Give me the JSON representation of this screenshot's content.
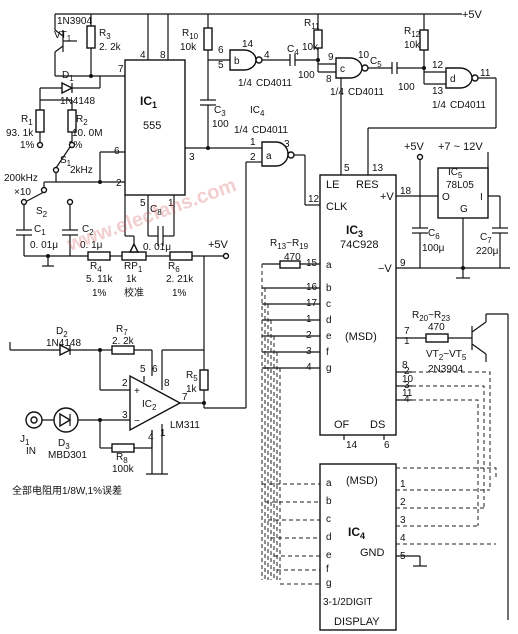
{
  "supply": {
    "vcc_top": "+5V",
    "vcc_mid": "+5V",
    "vin": "+7 ~ 12V",
    "plus5": "+5V"
  },
  "labels": {
    "ic1": "IC",
    "ic1_sub": "1",
    "ic1_part": "555",
    "vt1": "1N3904",
    "vt1_name": "VT",
    "vt1_sub": "1",
    "r3": "R",
    "r3_sub": "3",
    "r3_val": "2. 2k",
    "d1": "D",
    "d1_sub": "1",
    "d1_part": "1N4148",
    "r1": "R",
    "r1_sub": "1",
    "r1_val": "93. 1k",
    "r1_tol": "1%",
    "r2": "R",
    "r2_sub": "2",
    "r2_val": "10. 0M",
    "r2_tol": "1%",
    "s1": "S",
    "s1_sub": "1",
    "f200k": "200kHz",
    "f2k": "2kHz",
    "x10": "×10",
    "s2": "S",
    "s2_sub": "2",
    "c1": "C",
    "c1_sub": "1",
    "c1_val": "0. 01μ",
    "c2": "C",
    "c2_sub": "2",
    "c2_val": "0. 1μ",
    "c8": "C",
    "c8_sub": "8",
    "c8_val": "0. 01μ",
    "r4": "R",
    "r4_sub": "4",
    "r4_val": "5. 11k",
    "r4_tol": "1%",
    "rp1": "RP",
    "rp1_sub": "1",
    "rp1_val": "1k",
    "rp1_note": "校准",
    "r6": "R",
    "r6_sub": "6",
    "r6_val": "2. 21k",
    "r6_tol": "1%",
    "r10": "R",
    "r10_sub": "10",
    "r10_val": "10k",
    "r11": "R",
    "r11_sub": "11",
    "r11_val": "10k",
    "r12": "R",
    "r12_sub": "12",
    "r12_val": "10k",
    "c3": "C",
    "c3_sub": "3",
    "c3_val": "100",
    "c4": "C",
    "c4_sub": "4",
    "c4_val": "100",
    "c5": "C",
    "c5_sub": "5",
    "c5_val": "100",
    "gate_b": "b",
    "gate_c": "c",
    "gate_d": "d",
    "gate_a": "a",
    "cd4011": "CD4011",
    "quarter": "1/4",
    "ic4_top": "IC",
    "ic4_top_sub": "4",
    "ic3": "IC",
    "ic3_sub": "3",
    "ic3_part": "74C928",
    "le": "LE",
    "res": "RES",
    "clk": "CLK",
    "msd": "(MSD)",
    "ic5": "IC",
    "ic5_sub": "5",
    "ic5_part": "78L05",
    "ic5_o": "O",
    "ic5_i": "I",
    "ic5_g": "G",
    "c6": "C",
    "c6_sub": "6",
    "c6_val": "100μ",
    "c7": "C",
    "c7_sub": "7",
    "c7_val": "220μ",
    "r13": "R",
    "r13_sub": "13",
    "r13_to": "~R",
    "r13_sub2": "19",
    "r13_val": "470",
    "r20": "R",
    "r20_sub": "20",
    "r20_to": "~R",
    "r20_sub2": "23",
    "r20_val": "470",
    "vt2": "VT",
    "vt2_sub": "2",
    "vt2_to": "~VT",
    "vt2_sub2": "5",
    "vt2_part": "2N3904",
    "d2": "D",
    "d2_sub": "2",
    "d2_part": "1N4148",
    "r7": "R",
    "r7_sub": "7",
    "r7_val": "2. 2k",
    "r5": "R",
    "r5_sub": "5",
    "r5_val": "1k",
    "r8": "R",
    "r8_sub": "8",
    "r8_val": "100k",
    "ic2": "IC",
    "ic2_sub": "2",
    "ic2_part": "LM311",
    "j1": "J",
    "j1_sub": "1",
    "j1_in": "IN",
    "d3": "D",
    "d3_sub": "3",
    "d3_part": "MBD301",
    "note": "全部电阻用1/8W,1%误差",
    "ic4": "IC",
    "ic4_sub": "4",
    "gnd": "GND",
    "of": "OF",
    "ds": "DS",
    "disp1": "3-1/2DIGIT",
    "disp2": "DISPLAY",
    "watermark": "www.elecfans.com"
  },
  "pins": {
    "p1": "1",
    "p2": "2",
    "p3": "3",
    "p4": "4",
    "p5": "5",
    "p6": "6",
    "p7": "7",
    "p8": "8",
    "p9": "9",
    "p10": "10",
    "p11": "11",
    "p12": "12",
    "p13": "13",
    "p14": "14",
    "p15": "15",
    "p16": "16",
    "p17": "17",
    "p18": "18"
  },
  "segments": {
    "a": "a",
    "b": "b",
    "c": "c",
    "d": "d",
    "e": "e",
    "f": "f",
    "g": "g"
  }
}
